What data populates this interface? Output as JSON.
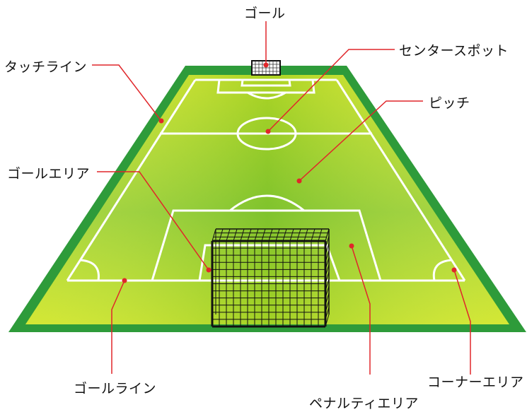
{
  "labels": {
    "goal": "ゴール",
    "center_spot": "センタースポット",
    "touch_line": "タッチライン",
    "pitch": "ピッチ",
    "goal_area": "ゴールエリア",
    "goal_line": "ゴールライン",
    "penalty_area": "ペナルティエリア",
    "corner_area": "コーナーエリア"
  },
  "colors": {
    "border": "#2e9b3a",
    "pitch_light": "#d8e81e",
    "pitch_dark": "#4fb431",
    "lines": "#ffffff",
    "leader": "#e0262a",
    "net": "#111111"
  }
}
